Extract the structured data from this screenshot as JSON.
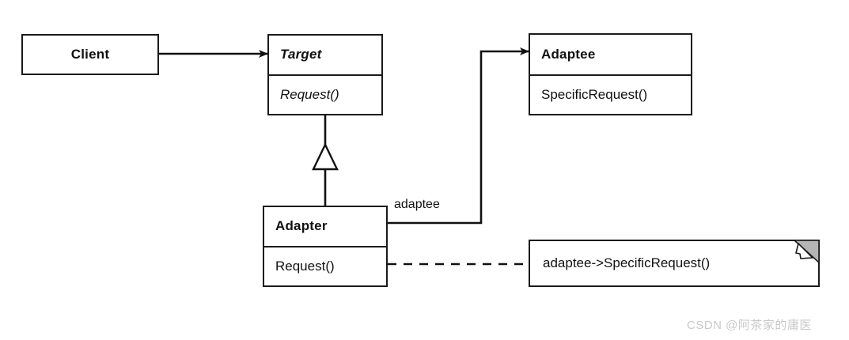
{
  "diagram": {
    "title": "Adapter Pattern (object adapter) UML class diagram",
    "type": "uml-class-diagram",
    "background_color": "#ffffff",
    "line_color": "#1a1a1a",
    "fold_color": "#b0b0b0"
  },
  "classes": {
    "client": {
      "name": "Client",
      "compartments": [
        "Client"
      ],
      "operations": []
    },
    "target": {
      "name": "Target",
      "abstract": true,
      "operations": [
        "Request()"
      ]
    },
    "adaptee": {
      "name": "Adaptee",
      "abstract": false,
      "operations": [
        "SpecificRequest()"
      ]
    },
    "adapter": {
      "name": "Adapter",
      "abstract": false,
      "operations": [
        "Request()"
      ]
    }
  },
  "note": {
    "text": "adaptee->SpecificRequest()"
  },
  "edges": {
    "client_to_target": {
      "kind": "association",
      "arrow": "filled",
      "label": ""
    },
    "adapter_to_target": {
      "kind": "generalization",
      "arrow": "hollow-triangle",
      "label": ""
    },
    "adapter_to_adaptee": {
      "kind": "association",
      "arrow": "filled",
      "label": "adaptee"
    },
    "request_to_note": {
      "kind": "note-anchor",
      "style": "dashed",
      "endpoint": "ball"
    }
  },
  "watermark": {
    "text": "CSDN @阿茶家的庸医"
  }
}
